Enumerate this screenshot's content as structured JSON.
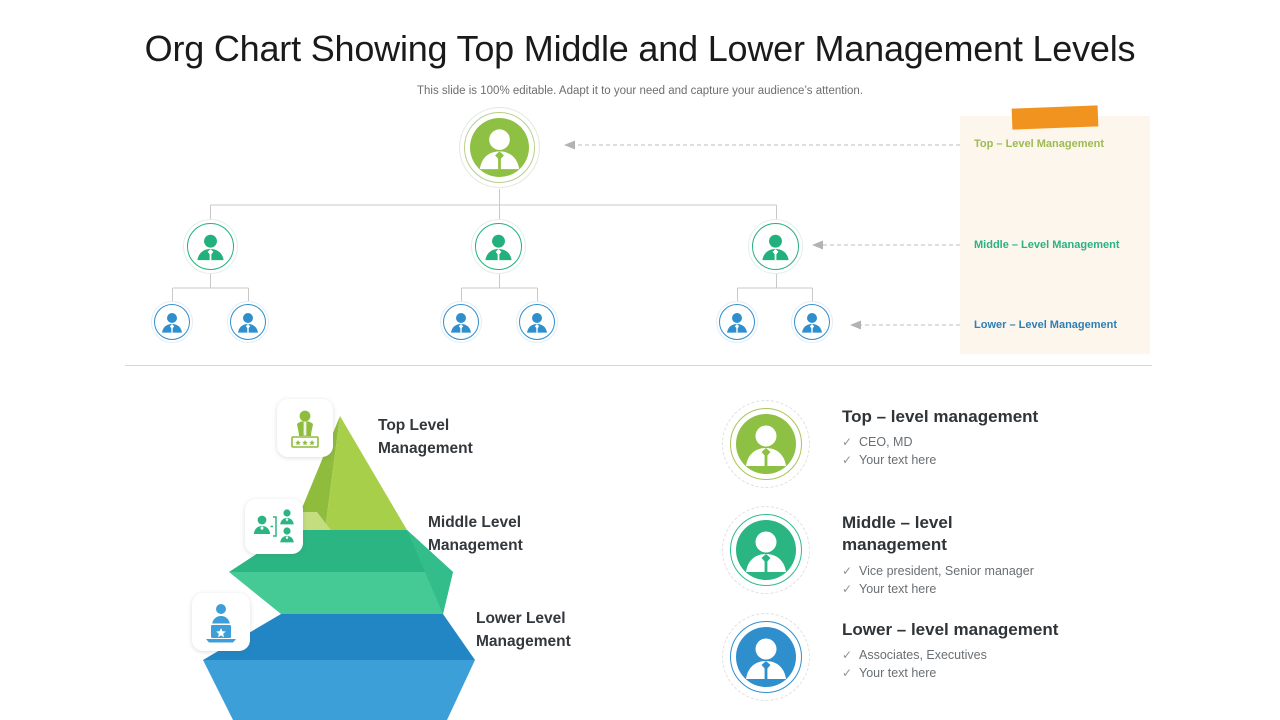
{
  "slide": {
    "title": "Org Chart Showing Top Middle and Lower Management Levels",
    "subtitle": "This slide is 100% editable. Adapt it to your need and capture your audience’s attention."
  },
  "colors": {
    "top_green": "#8ec044",
    "top_olive": "#9cbb52",
    "middle_teal": "#22b07d",
    "lower_blue": "#2f8fcd",
    "note_bg": "#fdf6ec",
    "tape_orange": "#f0941f",
    "pyramid_top_light": "#a8cf4a",
    "pyramid_top_dark": "#8fbc3d",
    "pyramid_mid_light": "#45c995",
    "pyramid_mid_dark": "#2bb583",
    "pyramid_low_light": "#3d9fd8",
    "pyramid_low_dark": "#2286c4",
    "connector_line": "#c9c9c9",
    "divider": "#d6d6d6"
  },
  "org_chart": {
    "top_node": {
      "icon": "person-avatar-icon",
      "level": "top"
    },
    "middle_nodes": [
      {
        "icon": "person-avatar-icon",
        "level": "middle"
      },
      {
        "icon": "person-avatar-icon",
        "level": "middle"
      },
      {
        "icon": "person-avatar-icon",
        "level": "middle"
      }
    ],
    "lower_nodes": [
      {
        "icon": "person-avatar-icon",
        "level": "lower"
      },
      {
        "icon": "person-avatar-icon",
        "level": "lower"
      },
      {
        "icon": "person-avatar-icon",
        "level": "lower"
      },
      {
        "icon": "person-avatar-icon",
        "level": "lower"
      },
      {
        "icon": "person-avatar-icon",
        "level": "lower"
      },
      {
        "icon": "person-avatar-icon",
        "level": "lower"
      }
    ]
  },
  "note_panel": {
    "tape": "tape-strip",
    "labels": {
      "top": "Top – Level Management",
      "middle": "Middle  – Level  Management",
      "lower": "Lower   – Level  Management"
    }
  },
  "pyramid": {
    "tiers": [
      {
        "label": "Top Level\nManagement",
        "label_line1": "Top Level",
        "label_line2": "Management",
        "icon": "podium-speaker-icon"
      },
      {
        "label": "Middle Level\nManagement",
        "label_line1": "Middle Level",
        "label_line2": "Management",
        "icon": "team-hierarchy-icon"
      },
      {
        "label": "Lower Level\nManagement",
        "label_line1": "Lower Level",
        "label_line2": "Management",
        "icon": "laptop-worker-icon"
      }
    ]
  },
  "legend": {
    "rows": [
      {
        "heading": "Top – level management",
        "icon": "person-avatar-icon",
        "bullets": [
          "CEO, MD",
          "Your text here"
        ],
        "tick": "✓"
      },
      {
        "heading": "Middle – level management",
        "icon": "person-avatar-icon",
        "bullets": [
          "Vice president, Senior manager",
          "Your text here"
        ],
        "tick": "✓"
      },
      {
        "heading": "Lower – level management",
        "icon": "person-avatar-icon",
        "bullets": [
          "Associates, Executives",
          "Your text here"
        ],
        "tick": "✓"
      }
    ]
  }
}
